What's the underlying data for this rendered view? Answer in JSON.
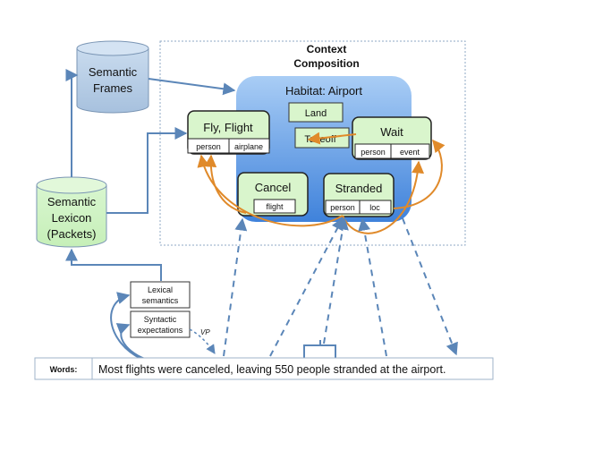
{
  "context": {
    "title_line1": "Context",
    "title_line2": "Composition"
  },
  "semantic_frames": {
    "line1": "Semantic",
    "line2": "Frames"
  },
  "semantic_lexicon": {
    "line1": "Semantic",
    "line2": "Lexicon",
    "line3": "(Packets)"
  },
  "habitat": {
    "label": "Habitat: Airport"
  },
  "land": {
    "label": "Land"
  },
  "takeoff": {
    "label": "Takeoff"
  },
  "fly": {
    "label": "Fly, Flight",
    "slots": [
      "person",
      "airplane"
    ]
  },
  "wait": {
    "label": "Wait",
    "slots": [
      "person",
      "event"
    ]
  },
  "cancel": {
    "label": "Cancel",
    "slots": [
      "flight"
    ]
  },
  "stranded": {
    "label": "Stranded",
    "slots": [
      "person",
      "loc"
    ]
  },
  "lexical": {
    "line1": "Lexical",
    "line2": "semantics"
  },
  "syntactic": {
    "line1": "Syntactic",
    "line2": "expectations"
  },
  "vp_label": "VP",
  "words": {
    "label": "Words:",
    "sentence": "Most flights were canceled, leaving 550 people stranded at the airport."
  },
  "colors": {
    "blue_arrow": "#5b86b8",
    "orange_arrow": "#e08a2a",
    "frame_fill": "#d9f5cc",
    "cylinder_fill": "#b9cfe6",
    "habitat_fill": "#6fa6e6"
  }
}
